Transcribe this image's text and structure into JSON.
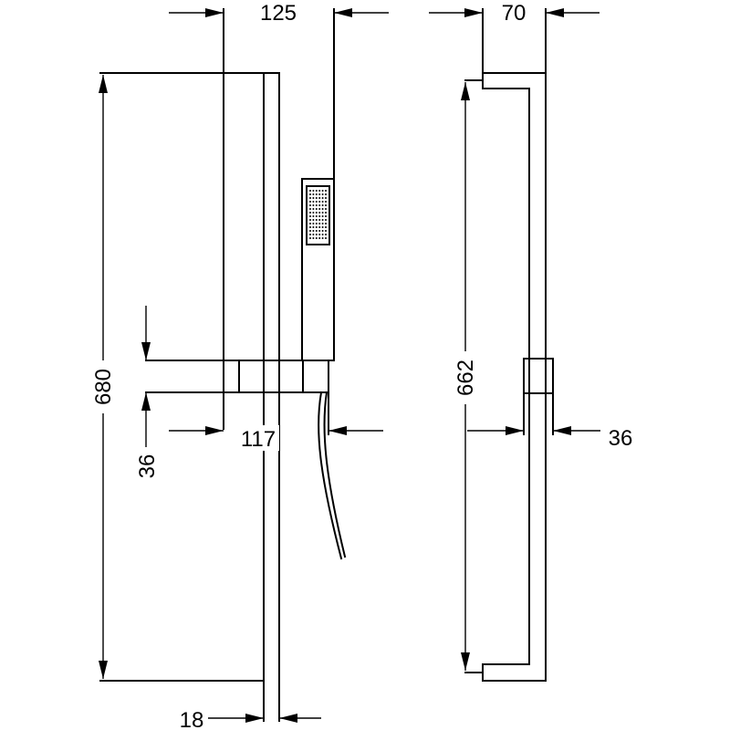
{
  "diagram": {
    "dimensions": {
      "front_width_top": "125",
      "side_width_top": "70",
      "front_height": "680",
      "side_height": "662",
      "holder_height": "36",
      "holder_depth": "117",
      "side_holder_offset": "36",
      "rail_width": "18"
    }
  }
}
